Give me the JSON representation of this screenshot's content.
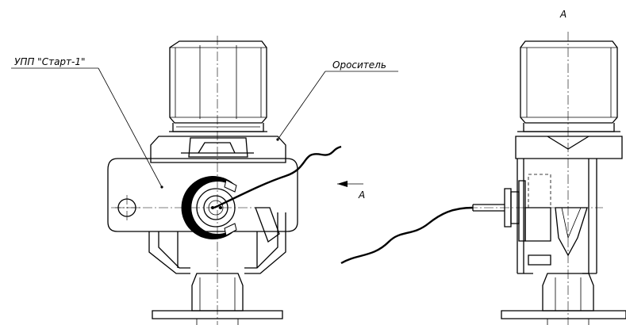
{
  "labels": {
    "upp": "УПП \"Старт-1\"",
    "sprinkler": "Ороситель",
    "view_arrow": "А",
    "view_title": "А"
  }
}
